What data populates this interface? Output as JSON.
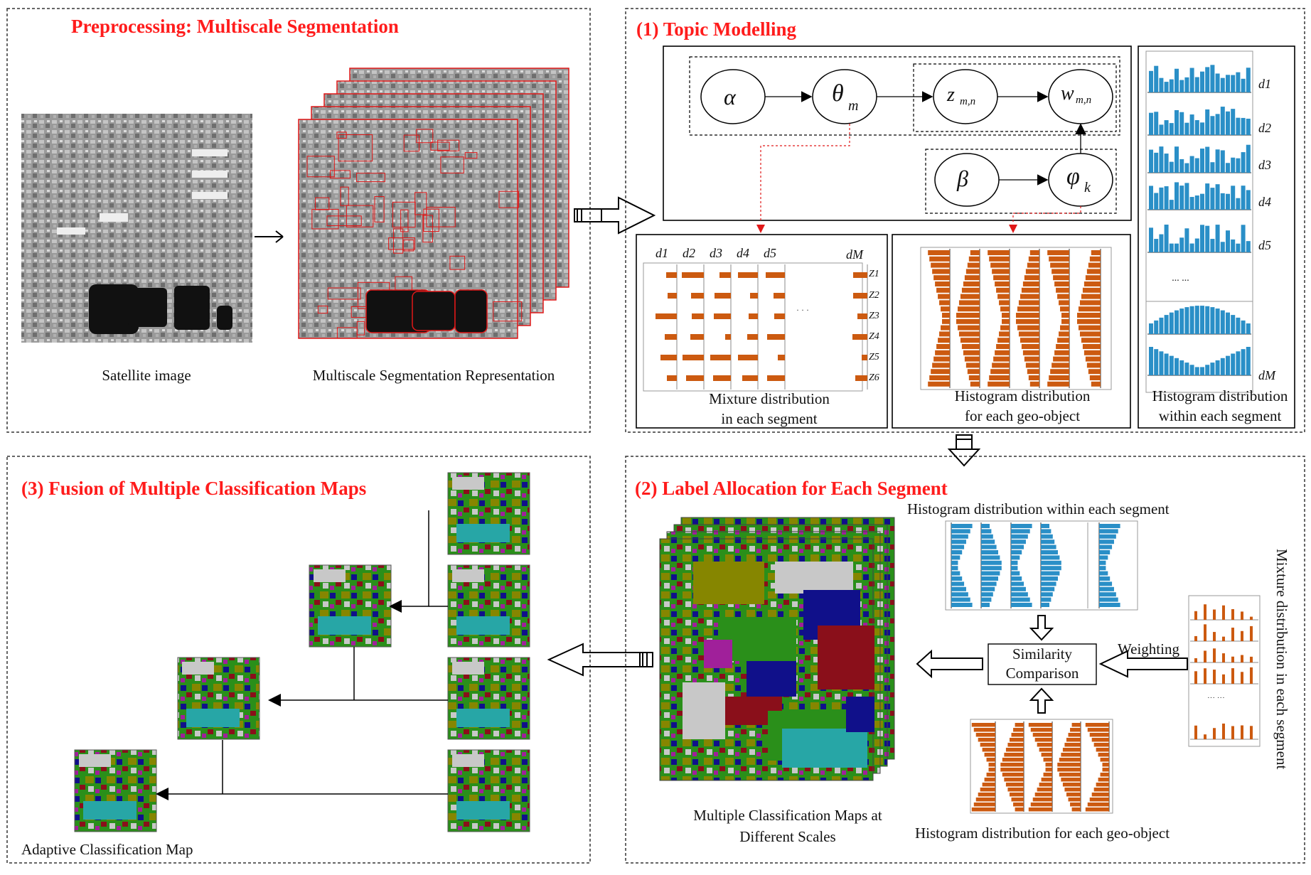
{
  "panels": {
    "preprocessing": {
      "title": "Preprocessing: Multiscale Segmentation",
      "satellite_caption": "Satellite image",
      "segmentation_caption": "Multiscale Segmentation Representation"
    },
    "topic_modelling": {
      "title": "(1) Topic Modelling",
      "nodes": {
        "alpha": "α",
        "theta": "θ",
        "theta_sub": "m",
        "z": "z",
        "z_sub": "m,n",
        "w": "w",
        "w_sub": "m,n",
        "beta": "β",
        "phi": "φ",
        "phi_sub": "k"
      },
      "doc_labels": [
        "d1",
        "d2",
        "d3",
        "d4",
        "d5",
        "dM"
      ],
      "topic_labels": [
        "Z1",
        "Z2",
        "Z3",
        "Z4",
        "Z5",
        "Z6"
      ],
      "ellipsis": "··· ···",
      "mixture_caption_1": "Mixture distribution",
      "mixture_caption_2": "in  each segment",
      "geo_caption_1": "Histogram distribution",
      "geo_caption_2": "for each geo-object",
      "segment_caption_1": "Histogram distribution",
      "segment_caption_2": "within each segment"
    },
    "label_allocation": {
      "title": "(2)  Label Allocation for Each Segment",
      "segment_hist_caption": "Histogram distribution within each segment",
      "similarity_1": "Similarity",
      "similarity_2": "Comparison",
      "weighting": "Weighting",
      "mixture_vertical": "Mixture distribution in each segment",
      "maps_caption_1": "Multiple Classification Maps at",
      "maps_caption_2": "Different Scales",
      "geo_hist_caption": "Histogram distribution for each geo-object"
    },
    "fusion": {
      "title": "(3) Fusion of Multiple Classification Maps",
      "adaptive_caption": "Adaptive Classification Map"
    }
  },
  "colors": {
    "heading": "#ff1c1c",
    "histogram_blue": "#2a8fc7",
    "bar_orange": "#cc5a10",
    "segment_line": "#e01818",
    "class_olive": "#868600",
    "class_green": "#2a8f1a",
    "class_navy": "#10108a",
    "class_maroon": "#8a0f1a",
    "class_magenta": "#a0209a",
    "class_teal": "#27a6a6",
    "class_gray": "#c8c8c8"
  }
}
